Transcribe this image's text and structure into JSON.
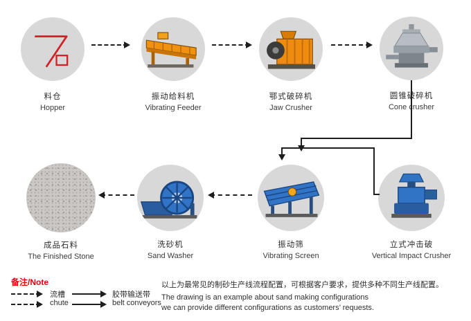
{
  "flow": {
    "top": [
      {
        "id": "hopper",
        "zh": "料仓",
        "en": "Hopper"
      },
      {
        "id": "vibrating-feeder",
        "zh": "振动给料机",
        "en": "Vibrating Feeder"
      },
      {
        "id": "jaw-crusher",
        "zh": "鄂式破碎机",
        "en": "Jaw Crusher"
      },
      {
        "id": "cone-crusher",
        "zh": "圆锥破碎机",
        "en": "Cone crusher"
      }
    ],
    "bottom": [
      {
        "id": "finished-stone",
        "zh": "成品石料",
        "en": "The Finished Stone"
      },
      {
        "id": "sand-washer",
        "zh": "洗砂机",
        "en": "Sand Washer"
      },
      {
        "id": "vibrating-screen",
        "zh": "振动筛",
        "en": "Vibrating Screen"
      },
      {
        "id": "vertical-impact-crusher",
        "zh": "立式冲击破",
        "en": "Vertical Impact Crusher"
      }
    ]
  },
  "legend": {
    "title": "备注/Note",
    "chute_zh": "流槽",
    "chute_en": "chute",
    "belt_zh": "胶带输送带",
    "belt_en": "belt conveyors"
  },
  "note": {
    "zh": "以上为最常见的制砂生产线流程配置，可根据客户要求，提供多种不同生产线配置。",
    "en_line1": "The drawing is an example about sand making configurations",
    "en_line2": "we can provide different configurations as customers’  requests."
  },
  "icons": {
    "hopper": "red-outline-hopper-shape",
    "vibrating_feeder": "orange-inclined-trough-machine",
    "jaw_crusher": "orange-crusher-with-flywheel",
    "cone_crusher": "gray-cone-shaped-crusher",
    "finished_stone": "speckled-gray-stone-texture",
    "sand_washer": "blue-bucket-wheel-washer",
    "vibrating_screen": "blue-inclined-screen-box",
    "vertical_impact_crusher": "blue-vertical-shaft-crusher"
  },
  "colors": {
    "circle_bg": "#d8d8d8",
    "machine_orange": "#ef8c10",
    "machine_blue": "#3174c6",
    "machine_gray": "#9aa1a8",
    "hopper_red": "#d22027",
    "note_red": "#e60012",
    "arrow_black": "#1e1e1e"
  }
}
